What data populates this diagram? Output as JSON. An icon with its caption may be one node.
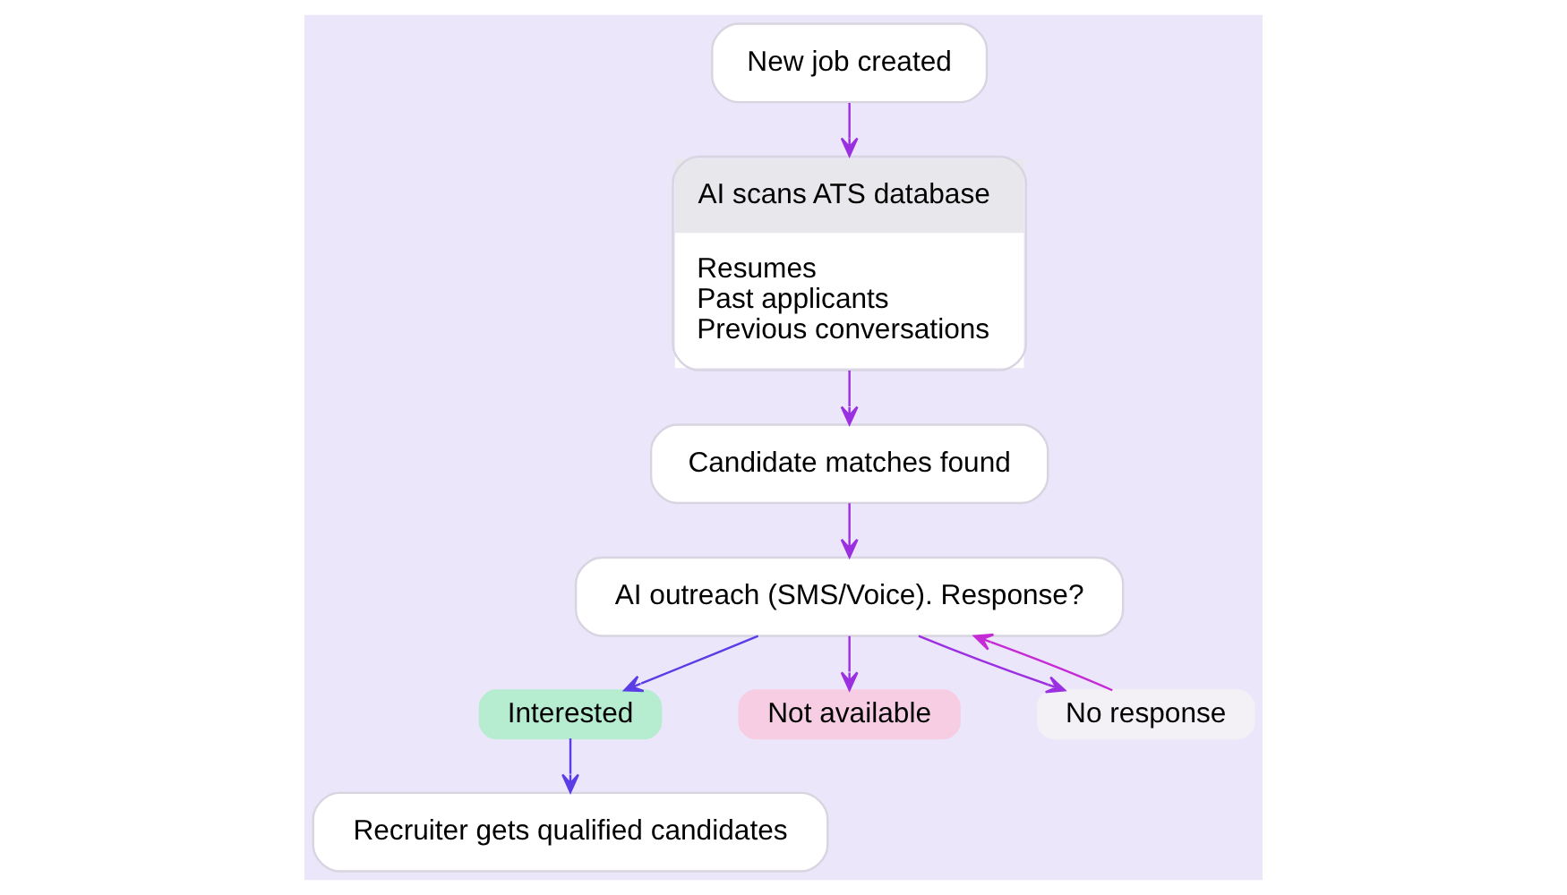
{
  "diagram": {
    "nodes": [
      {
        "text": [
          "New job created"
        ]
      },
      {
        "text": [
          "AI scans ATS database",
          "Resumes",
          "Past applicants",
          "Previous conversations"
        ]
      },
      {
        "text": [
          "Candidate matches found"
        ]
      },
      {
        "text": [
          "AI outreach (SMS/Voice). Response?"
        ]
      },
      {
        "text": [
          "Interested"
        ]
      },
      {
        "text": [
          "Not available"
        ]
      },
      {
        "text": [
          "No response"
        ]
      },
      {
        "text": [
          "Recruiter gets qualified candidates"
        ]
      }
    ],
    "edges": [
      {
        "from": 0,
        "to": 1,
        "arrow": "to"
      },
      {
        "from": 1,
        "to": 2,
        "arrow": "to"
      },
      {
        "from": 2,
        "to": 3,
        "arrow": "to"
      },
      {
        "from": 3,
        "to": 4,
        "arrow": "to",
        "color": "#5a3de6"
      },
      {
        "from": 3,
        "to": 5,
        "arrow": "to"
      },
      {
        "from": 3,
        "to": 6,
        "arrow": "to"
      },
      {
        "from": 6,
        "to": 3,
        "arrow": "to",
        "color": "#c52bd4"
      },
      {
        "from": 4,
        "to": 7,
        "arrow": "to",
        "color": "#5a3de6"
      }
    ]
  }
}
